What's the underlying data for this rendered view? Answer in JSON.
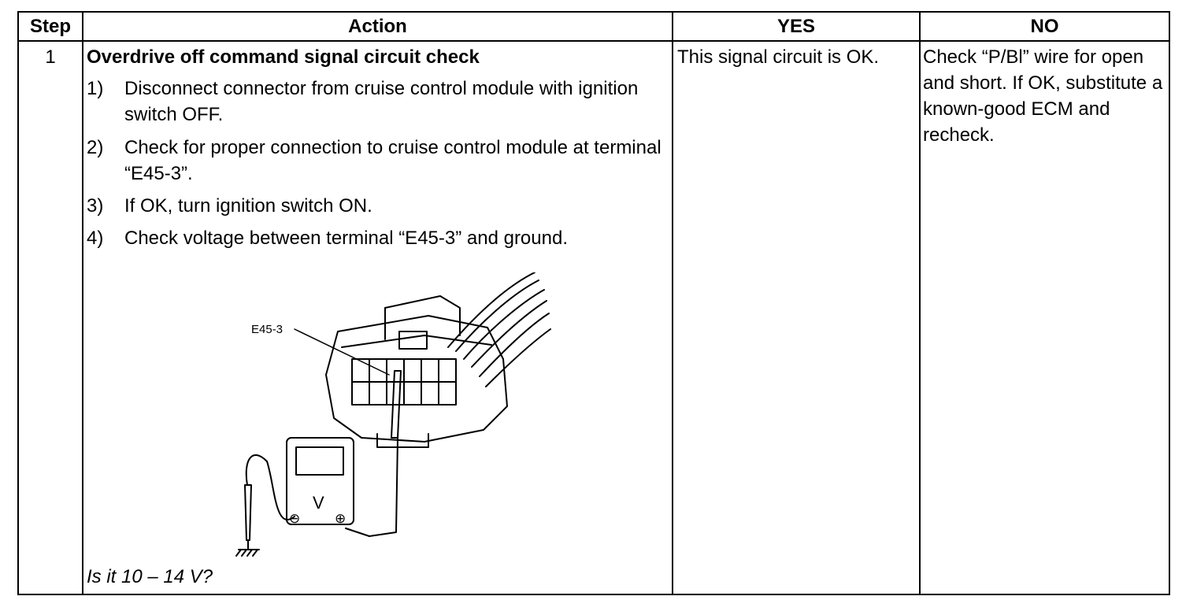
{
  "table": {
    "headers": {
      "step": "Step",
      "action": "Action",
      "yes": "YES",
      "no": "NO"
    },
    "row": {
      "step": "1",
      "action_title": "Overdrive off command signal circuit check",
      "steps": [
        {
          "num": "1)",
          "text": "Disconnect connector from cruise control module with ignition switch OFF."
        },
        {
          "num": "2)",
          "text": "Check for proper connection to cruise control module at terminal “E45-3”."
        },
        {
          "num": "3)",
          "text": "If OK, turn ignition switch ON."
        },
        {
          "num": "4)",
          "text": "Check voltage between terminal “E45-3” and ground."
        }
      ],
      "figure": {
        "terminal_label": "E45-3",
        "meter_symbol": "V",
        "minus_symbol": "⊖",
        "plus_symbol": "⊕"
      },
      "question": "Is it 10 – 14 V?",
      "yes": "This signal circuit is OK.",
      "no": "Check “P/Bl” wire for open and short. If OK, substitute a known-good ECM and recheck."
    }
  }
}
